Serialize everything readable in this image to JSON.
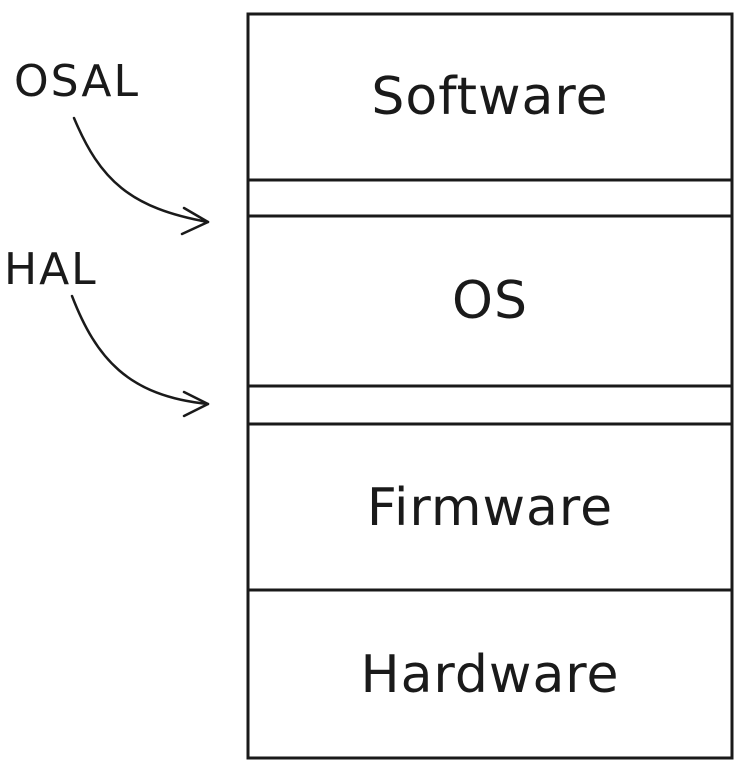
{
  "layers": {
    "software": "Software",
    "os": "OS",
    "firmware": "Firmware",
    "hardware": "Hardware"
  },
  "abstraction_layers": {
    "osal": "OSAL",
    "hal": "HAL"
  },
  "colors": {
    "stroke": "#1a1a1a",
    "background": "#ffffff"
  }
}
